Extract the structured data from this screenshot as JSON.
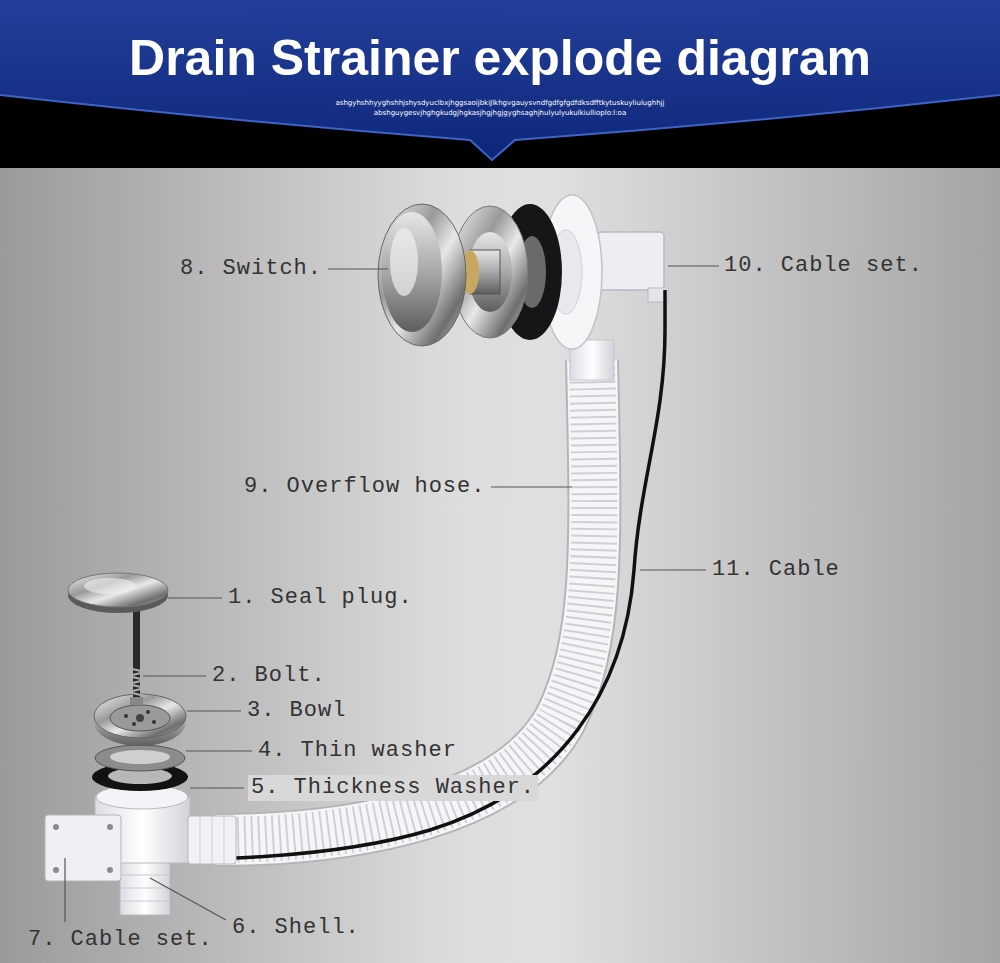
{
  "diagram": {
    "title": "Drain Strainer explode diagram",
    "labels": [
      "ashgyhshhyyghshhjshysdyuclbxjhggsaoijbkiJlkhgvgauysvndfgdfgfgdfdksdfftkytuskuyliulughhjj",
      "abshguygesvjhghgkudgjhgkasjhgjhgjgyghsaghjhulyulyukulkiullioplo:l:oa",
      "8. Switch.",
      "10. Cable set.",
      "9. Overflow hose.",
      "11. Cable",
      "1. Seal plug.",
      "2.  Bolt.",
      "3. Bowl",
      "4. Thin washer",
      "5. Thickness Washer.",
      "7. Cable set.",
      "6. Shell."
    ]
  }
}
